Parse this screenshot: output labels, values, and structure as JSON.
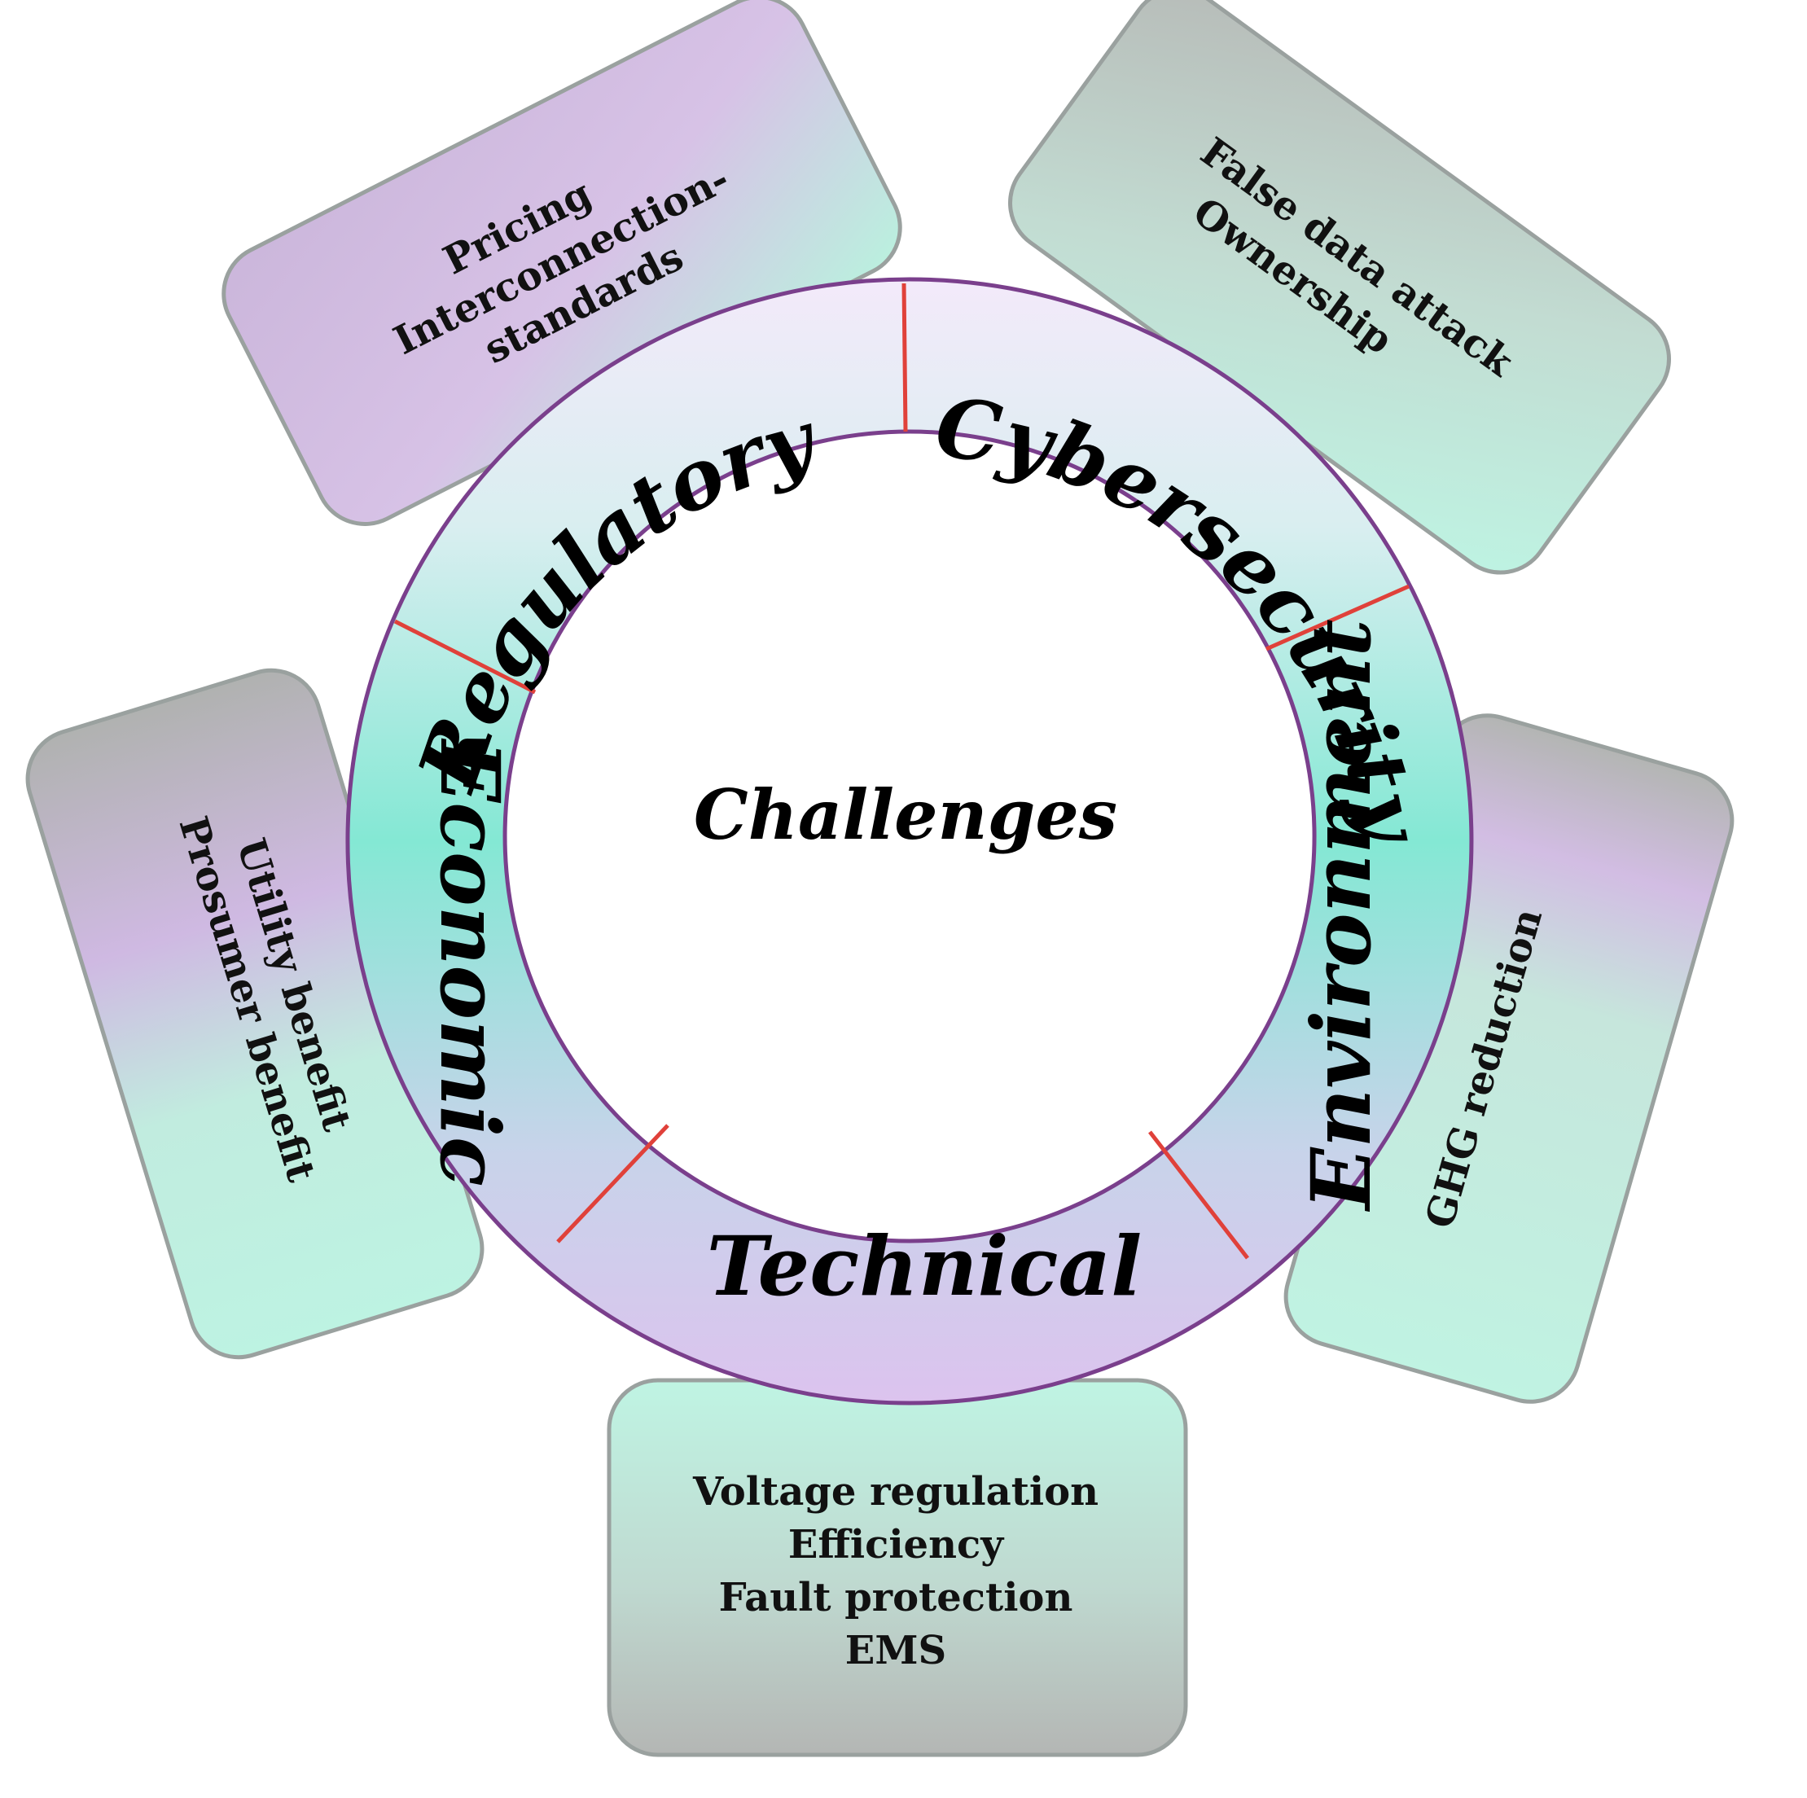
{
  "center": {
    "label": "Challenges"
  },
  "segments": [
    {
      "id": "regulatory",
      "label": "Regulatory"
    },
    {
      "id": "cybersecurity",
      "label": "Cybersecurity"
    },
    {
      "id": "environment",
      "label": "Environment"
    },
    {
      "id": "technical",
      "label": "Technical"
    },
    {
      "id": "economic",
      "label": "Economic"
    }
  ],
  "boxes": {
    "regulatory": {
      "lines": [
        "Pricing",
        "Interconnection-",
        "standards"
      ]
    },
    "cybersecurity": {
      "lines": [
        "False data attack",
        "Ownership"
      ]
    },
    "environment": {
      "lines": [
        "GHG reduction"
      ]
    },
    "technical": {
      "lines": [
        "Voltage regulation",
        "Efficiency",
        "Fault protection",
        "EMS"
      ]
    },
    "economic": {
      "lines": [
        "Utility benefit",
        "Prosumer benefit"
      ]
    }
  },
  "colors": {
    "ring_outline": "#7a3f8c",
    "divider": "#e0413a",
    "ring_top": "#f3eafa",
    "ring_middle": "#84e8d4",
    "ring_bottom": "#dcc3ee",
    "mint": "#bdf3e2",
    "lavender": "#d3bde4",
    "gray": "#b0b2b0"
  }
}
